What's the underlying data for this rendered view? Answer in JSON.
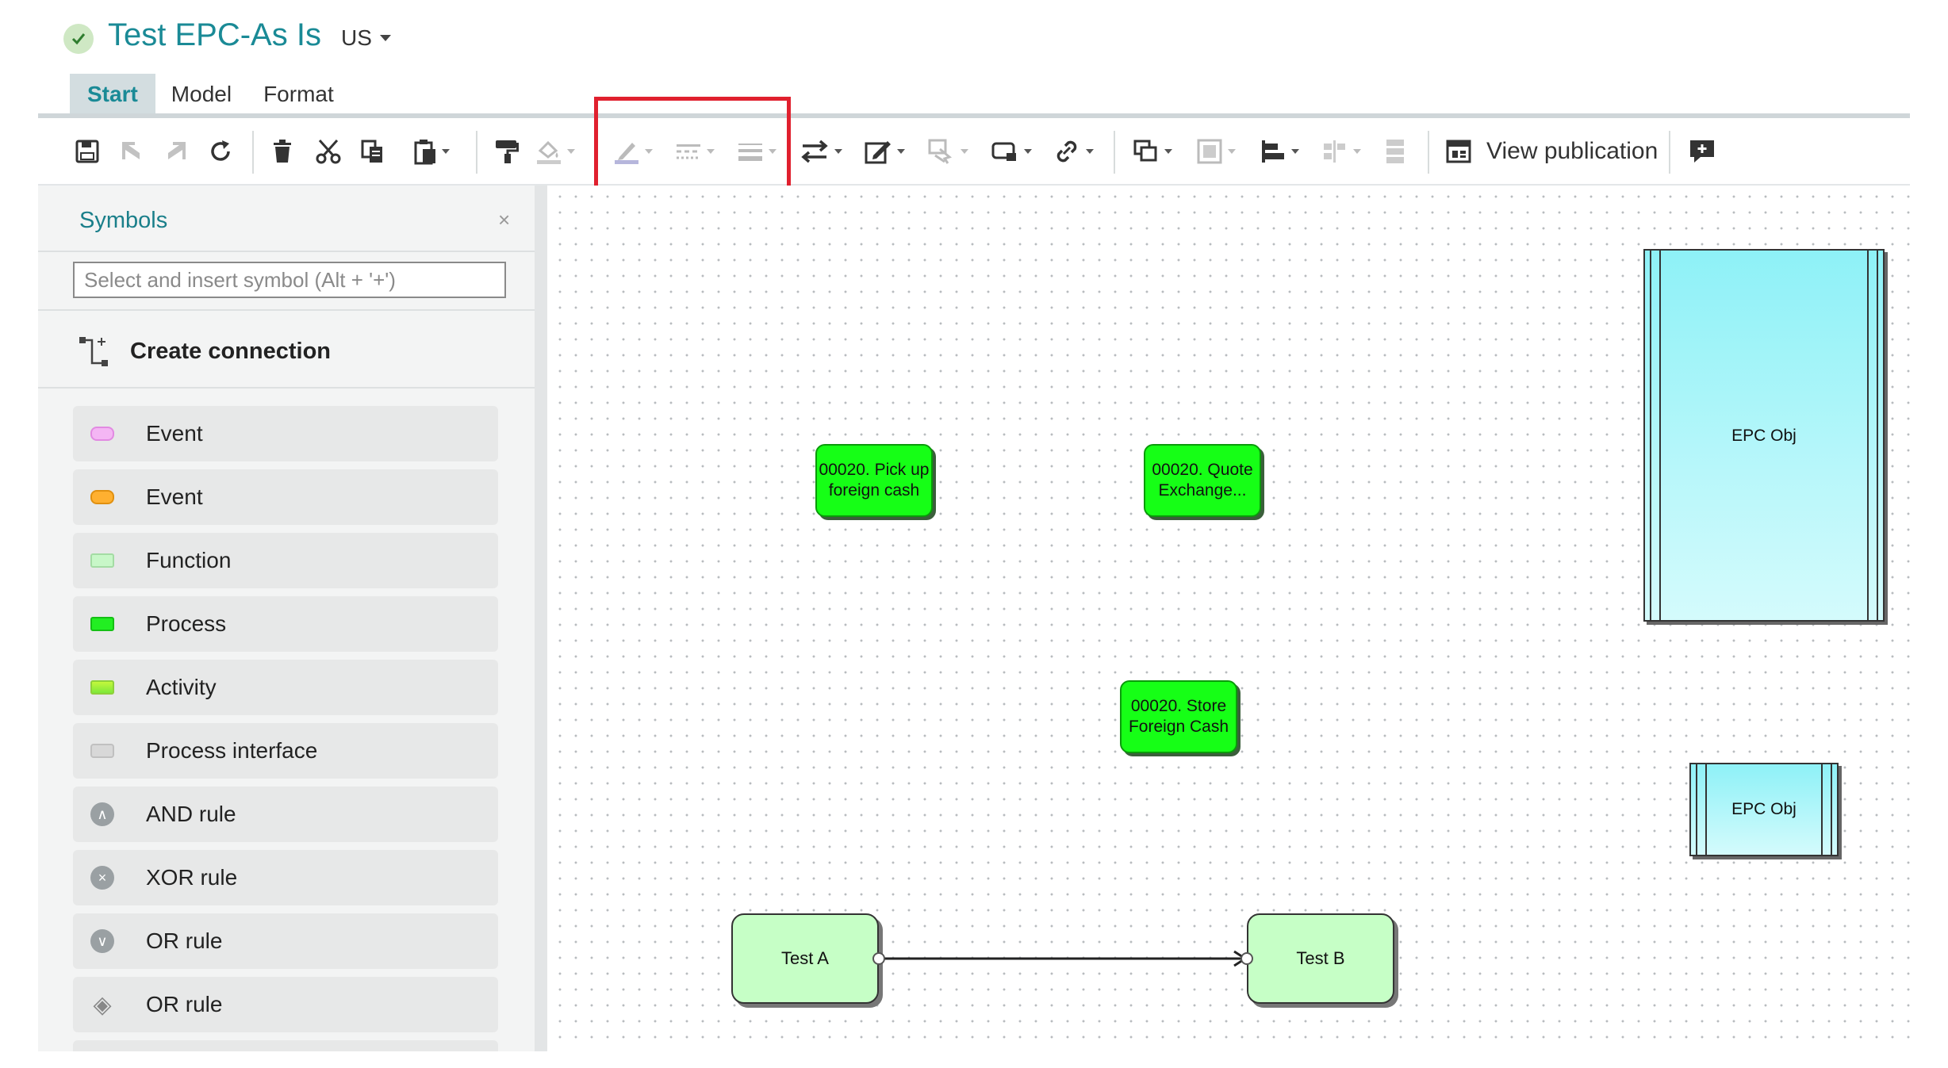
{
  "header": {
    "title": "Test EPC-As Is",
    "locale": "US"
  },
  "tabs": [
    {
      "label": "Start",
      "active": true
    },
    {
      "label": "Model",
      "active": false
    },
    {
      "label": "Format",
      "active": false
    }
  ],
  "toolbar": {
    "view_publication_label": "View publication",
    "icons": [
      "save-icon",
      "undo-icon",
      "redo-icon",
      "refresh-icon",
      "delete-icon",
      "cut-icon",
      "copy-icon",
      "paste-icon",
      "format-painter-icon",
      "fill-color-icon",
      "line-color-icon",
      "line-style-icon",
      "line-weight-icon",
      "connection-direction-icon",
      "edit-attributes-icon",
      "select-objects-icon",
      "shape-icon",
      "link-icon",
      "arrange-icon",
      "group-icon",
      "align-icon",
      "distribute-icon",
      "spacing-icon",
      "view-publication-icon",
      "add-comment-icon"
    ]
  },
  "sidebar": {
    "title": "Symbols",
    "close_symbol": "×",
    "search_placeholder": "Select and insert symbol (Alt + '+')",
    "create_connection_label": "Create connection",
    "symbols": [
      {
        "label": "Event",
        "swatch": "#f4b6f4"
      },
      {
        "label": "Event",
        "swatch": "#ffb030"
      },
      {
        "label": "Function",
        "swatch": "#c8f7c8"
      },
      {
        "label": "Process",
        "swatch": "#22ee22"
      },
      {
        "label": "Activity",
        "swatch": "#9ef03c"
      },
      {
        "label": "Process interface",
        "swatch": "#d8d8d8"
      },
      {
        "label": "AND rule",
        "glyph": "∧"
      },
      {
        "label": "XOR rule",
        "glyph": "×"
      },
      {
        "label": "OR rule",
        "glyph": "∨"
      },
      {
        "label": "OR rule",
        "glyph": "◈"
      }
    ]
  },
  "canvas": {
    "nodes": {
      "pick_up": "00020. Pick up foreign cash",
      "quote": "00020. Quote Exchange...",
      "store": "00020. Store Foreign Cash",
      "test_a": "Test A",
      "test_b": "Test B",
      "epc_big": "EPC Obj",
      "epc_small": "EPC Obj"
    }
  },
  "colors": {
    "accent": "#1a8a96",
    "highlight": "#e0202e",
    "process_green": "#16ff16",
    "function_green": "#c6ffc6",
    "epc_cyan": "#aef6f9"
  }
}
